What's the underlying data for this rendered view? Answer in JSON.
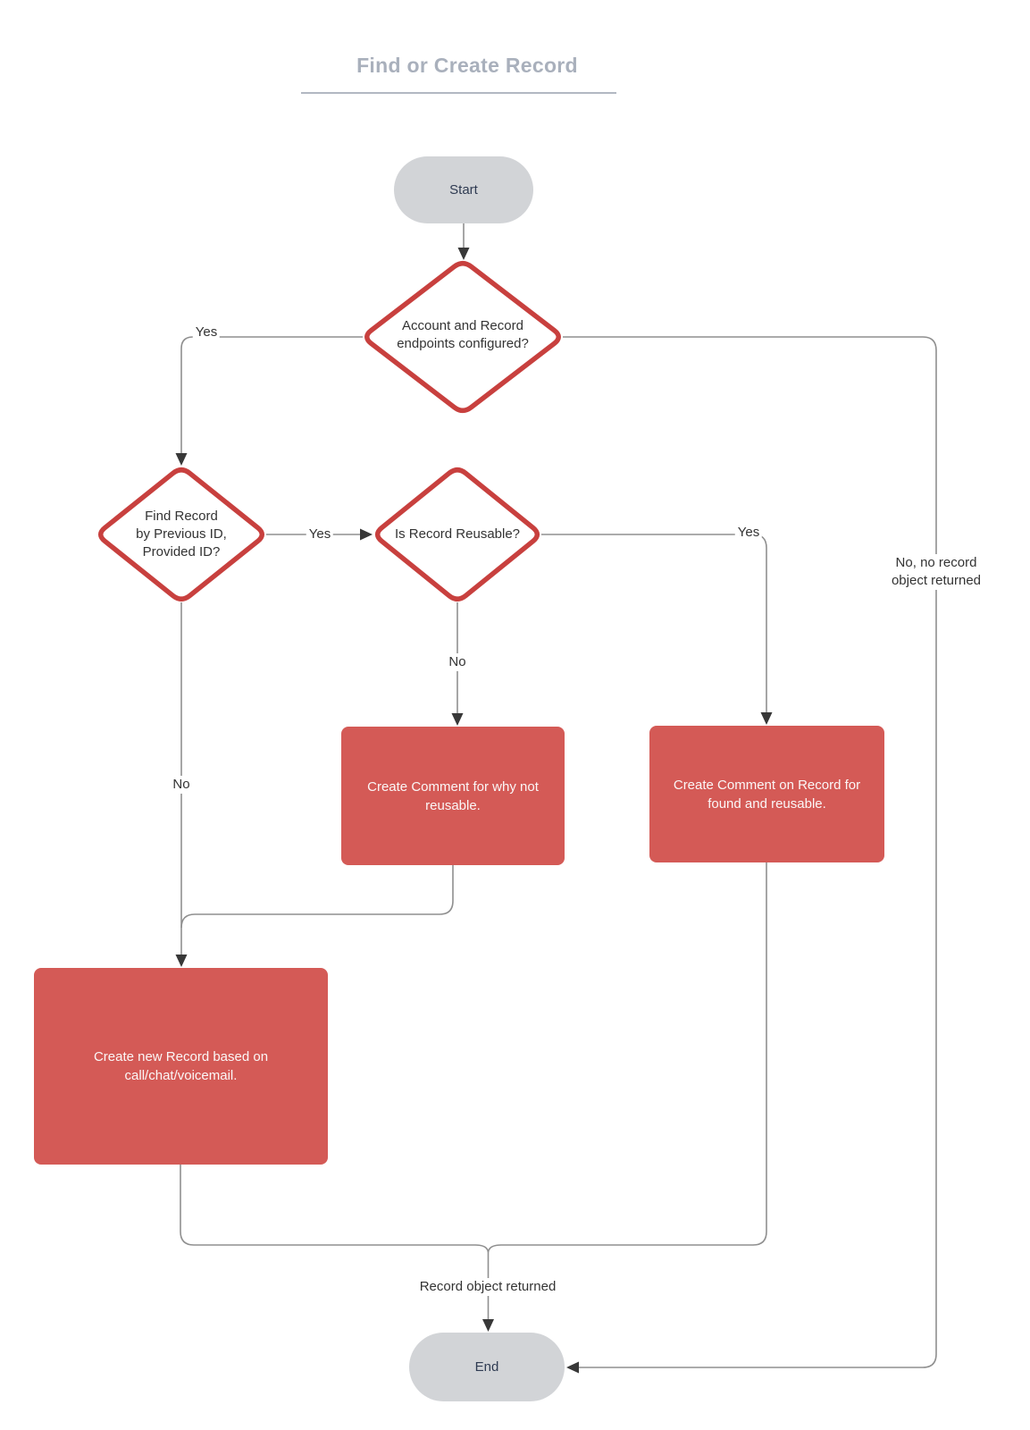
{
  "title": "Find or Create Record",
  "nodes": {
    "start": "Start",
    "end": "End",
    "decision_endpoints": [
      "Account and Record",
      "endpoints configured?"
    ],
    "decision_find_record": [
      "Find Record",
      "by Previous ID,",
      "Provided ID?"
    ],
    "decision_reusable": [
      "Is Record Reusable?"
    ],
    "comment_not_reusable": [
      "Create Comment for why not",
      "reusable."
    ],
    "comment_found_reusable": [
      "Create Comment on Record for",
      "found and reusable."
    ],
    "create_new_record": [
      "Create new Record based on",
      "call/chat/voicemail."
    ]
  },
  "edge_labels": {
    "yes_endpoints": "Yes",
    "yes_find_record": "Yes",
    "yes_reusable": "Yes",
    "no_reusable": "No",
    "no_find_record": "No",
    "no_record_returned": [
      "No, no record",
      "object returned"
    ],
    "record_returned": "Record object returned"
  },
  "colors": {
    "process_fill": "#d45a56",
    "process_text": "#fbf7f7",
    "decision_border": "#c8403e",
    "decision_fill": "#ffffff",
    "terminator_fill": "#d2d4d7",
    "terminator_text": "#2f3b52",
    "connector": "#8f8f8f",
    "arrowhead": "#383838",
    "label_text": "#333333",
    "title_text": "#a9b0bc"
  }
}
